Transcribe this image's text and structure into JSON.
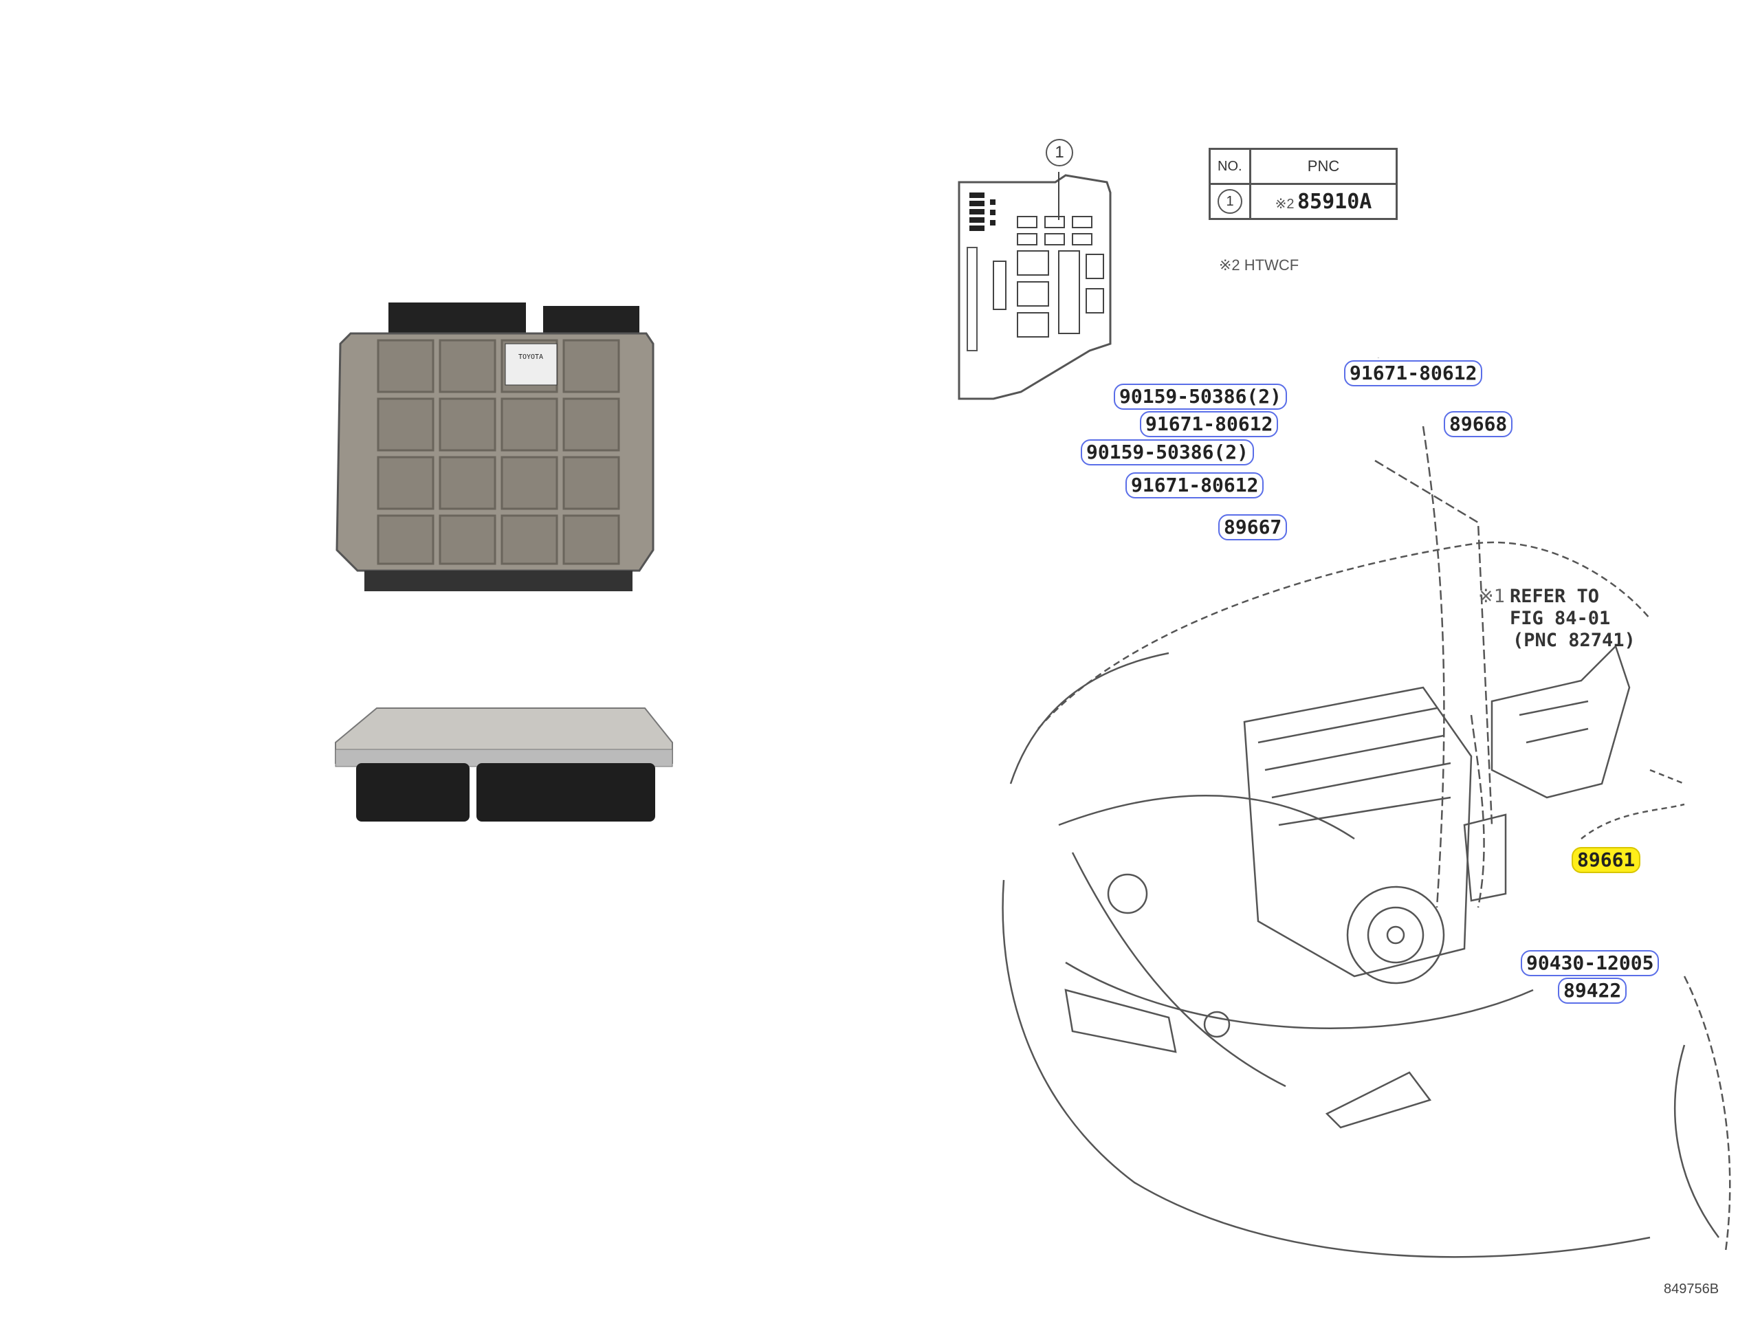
{
  "table": {
    "headers": [
      "NO.",
      "PNC"
    ],
    "rows": [
      {
        "no": "1",
        "mark": "※2",
        "pnc": "85910A"
      }
    ]
  },
  "callout_number": "1",
  "footnote_2": "※2 HTWCF",
  "refer_note": {
    "mark": "※1",
    "lines": [
      "REFER TO",
      "FIG 84-01",
      "(PNC 82741)"
    ]
  },
  "part_labels": [
    "91671-80612",
    "90159-50386(2)",
    "91671-80612",
    "89668",
    "90159-50386(2)",
    "91671-80612",
    "89667",
    "89661",
    "90430-12005",
    "89422"
  ],
  "highlighted_part": "89661",
  "highlight_color": "#ffee1a",
  "label_border_color": "#5a6ee8",
  "figure_code": "849756B",
  "ecu_label_brand": "TOYOTA"
}
